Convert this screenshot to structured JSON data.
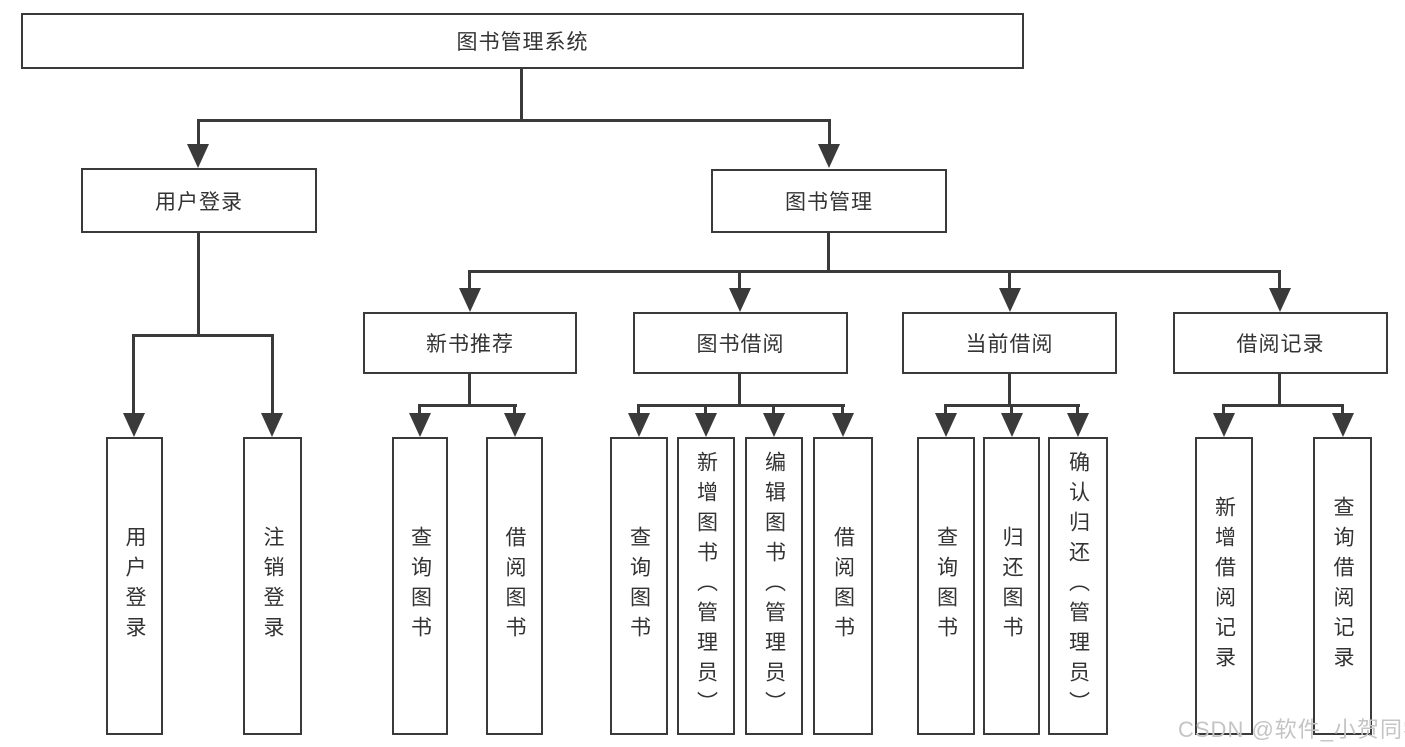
{
  "tree": {
    "root": "图书管理系统",
    "branches": [
      {
        "label": "用户登录",
        "children": [
          "用户登录",
          "注销登录"
        ]
      },
      {
        "label": "图书管理",
        "groups": [
          {
            "label": "新书推荐",
            "children": [
              "查询图书",
              "借阅图书"
            ]
          },
          {
            "label": "图书借阅",
            "children": [
              "查询图书",
              "新增图书（管理员）",
              "编辑图书（管理员）",
              "借阅图书"
            ]
          },
          {
            "label": "当前借阅",
            "children": [
              "查询图书",
              "归还图书",
              "确认归还（管理员）"
            ]
          },
          {
            "label": "借阅记录",
            "children": [
              "新增借阅记录",
              "查询借阅记录"
            ]
          }
        ]
      }
    ]
  },
  "watermark": {
    "text": "CSDN @软件_小贺同学"
  },
  "colors": {
    "line": "#3a3a3a",
    "text": "#333333",
    "box_background": "#ffffff",
    "watermark": "#c4c4c4"
  }
}
